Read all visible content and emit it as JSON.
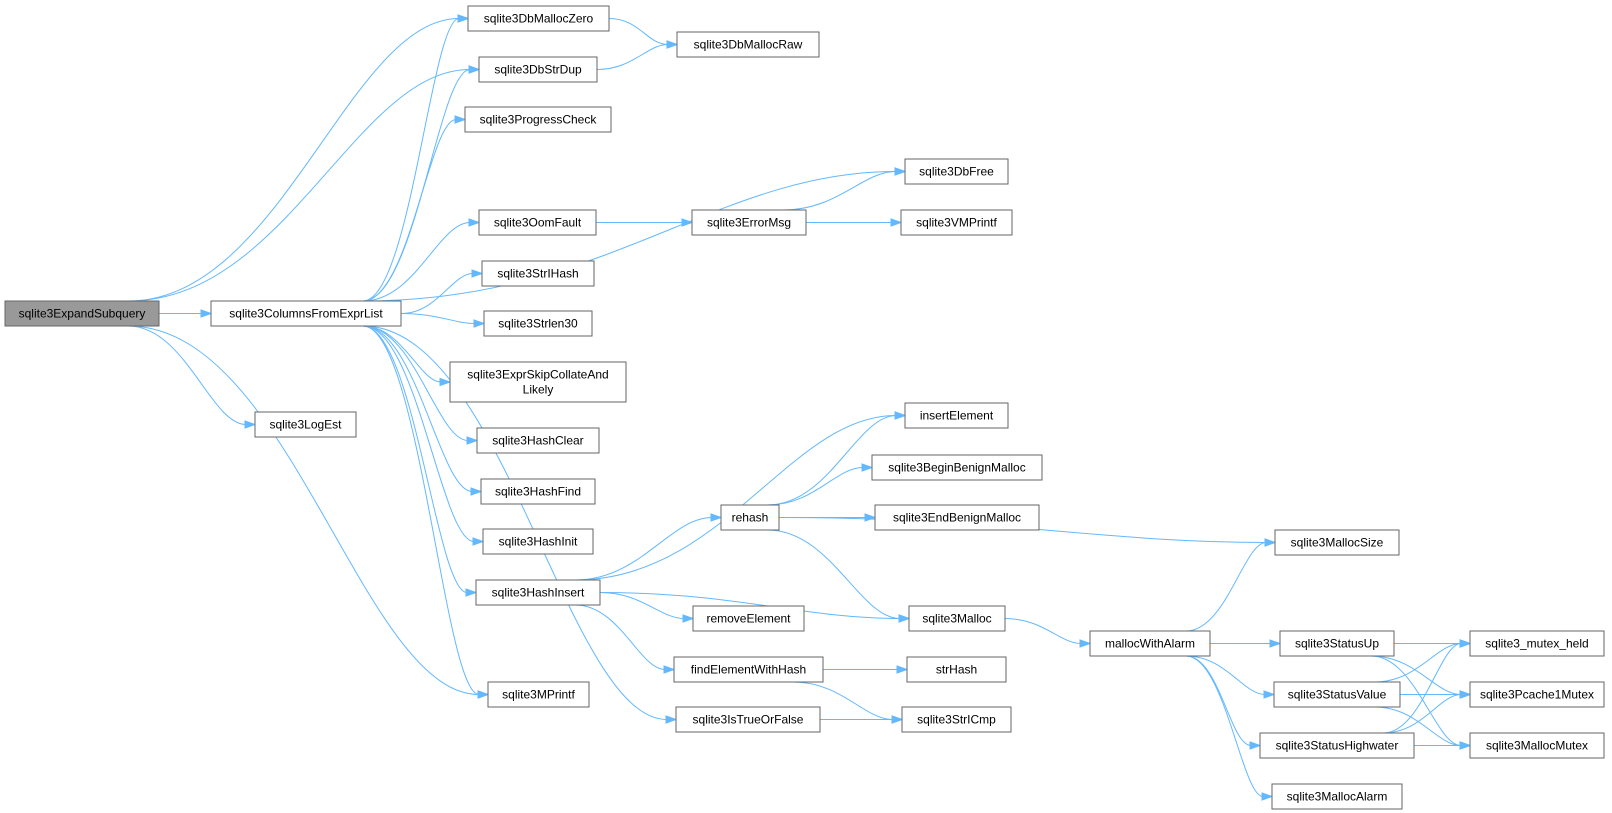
{
  "colors": {
    "edge": "#63b8ff",
    "node_border": "#666666",
    "root_fill": "#999999",
    "node_fill": "#ffffff"
  },
  "nodes": [
    {
      "id": "expandSubquery",
      "lines": [
        "sqlite3ExpandSubquery"
      ],
      "root": true
    },
    {
      "id": "columnsFromExprList",
      "lines": [
        "sqlite3ColumnsFromExprList"
      ]
    },
    {
      "id": "logEst",
      "lines": [
        "sqlite3LogEst"
      ]
    },
    {
      "id": "dbMallocZero",
      "lines": [
        "sqlite3DbMallocZero"
      ]
    },
    {
      "id": "dbStrDup",
      "lines": [
        "sqlite3DbStrDup"
      ]
    },
    {
      "id": "progressCheck",
      "lines": [
        "sqlite3ProgressCheck"
      ]
    },
    {
      "id": "oomFault",
      "lines": [
        "sqlite3OomFault"
      ]
    },
    {
      "id": "strIHash",
      "lines": [
        "sqlite3StrIHash"
      ]
    },
    {
      "id": "strlen30",
      "lines": [
        "sqlite3Strlen30"
      ]
    },
    {
      "id": "exprSkip",
      "lines": [
        "sqlite3ExprSkipCollateAnd",
        "Likely"
      ]
    },
    {
      "id": "hashClear",
      "lines": [
        "sqlite3HashClear"
      ]
    },
    {
      "id": "hashFind",
      "lines": [
        "sqlite3HashFind"
      ]
    },
    {
      "id": "hashInit",
      "lines": [
        "sqlite3HashInit"
      ]
    },
    {
      "id": "hashInsert",
      "lines": [
        "sqlite3HashInsert"
      ]
    },
    {
      "id": "mPrintf",
      "lines": [
        "sqlite3MPrintf"
      ]
    },
    {
      "id": "dbMallocRaw",
      "lines": [
        "sqlite3DbMallocRaw"
      ]
    },
    {
      "id": "dbFree",
      "lines": [
        "sqlite3DbFree"
      ]
    },
    {
      "id": "errorMsg",
      "lines": [
        "sqlite3ErrorMsg"
      ]
    },
    {
      "id": "vmPrintf",
      "lines": [
        "sqlite3VMPrintf"
      ]
    },
    {
      "id": "rehash",
      "lines": [
        "rehash"
      ]
    },
    {
      "id": "removeElement",
      "lines": [
        "removeElement"
      ]
    },
    {
      "id": "findElementWithHash",
      "lines": [
        "findElementWithHash"
      ]
    },
    {
      "id": "isTrueOrFalse",
      "lines": [
        "sqlite3IsTrueOrFalse"
      ]
    },
    {
      "id": "insertElement",
      "lines": [
        "insertElement"
      ]
    },
    {
      "id": "beginBenignMalloc",
      "lines": [
        "sqlite3BeginBenignMalloc"
      ]
    },
    {
      "id": "endBenignMalloc",
      "lines": [
        "sqlite3EndBenignMalloc"
      ]
    },
    {
      "id": "malloc",
      "lines": [
        "sqlite3Malloc"
      ]
    },
    {
      "id": "strHash",
      "lines": [
        "strHash"
      ]
    },
    {
      "id": "strICmp",
      "lines": [
        "sqlite3StrICmp"
      ]
    },
    {
      "id": "mallocSize",
      "lines": [
        "sqlite3MallocSize"
      ]
    },
    {
      "id": "mallocWithAlarm",
      "lines": [
        "mallocWithAlarm"
      ]
    },
    {
      "id": "statusUp",
      "lines": [
        "sqlite3StatusUp"
      ]
    },
    {
      "id": "statusValue",
      "lines": [
        "sqlite3StatusValue"
      ]
    },
    {
      "id": "statusHighwater",
      "lines": [
        "sqlite3StatusHighwater"
      ]
    },
    {
      "id": "mallocAlarm",
      "lines": [
        "sqlite3MallocAlarm"
      ]
    },
    {
      "id": "mutexHeld",
      "lines": [
        "sqlite3_mutex_held"
      ]
    },
    {
      "id": "pcache1Mutex",
      "lines": [
        "sqlite3Pcache1Mutex"
      ]
    },
    {
      "id": "mallocMutex",
      "lines": [
        "sqlite3MallocMutex"
      ]
    }
  ],
  "edges": [
    {
      "from": "expandSubquery",
      "to": "columnsFromExprList"
    },
    {
      "from": "expandSubquery",
      "to": "dbMallocZero"
    },
    {
      "from": "expandSubquery",
      "to": "dbStrDup"
    },
    {
      "from": "expandSubquery",
      "to": "logEst"
    },
    {
      "from": "expandSubquery",
      "to": "mPrintf"
    },
    {
      "from": "columnsFromExprList",
      "to": "dbMallocZero"
    },
    {
      "from": "columnsFromExprList",
      "to": "dbStrDup"
    },
    {
      "from": "columnsFromExprList",
      "to": "progressCheck"
    },
    {
      "from": "columnsFromExprList",
      "to": "dbFree"
    },
    {
      "from": "columnsFromExprList",
      "to": "oomFault"
    },
    {
      "from": "columnsFromExprList",
      "to": "strIHash"
    },
    {
      "from": "columnsFromExprList",
      "to": "strlen30"
    },
    {
      "from": "columnsFromExprList",
      "to": "exprSkip"
    },
    {
      "from": "columnsFromExprList",
      "to": "hashClear"
    },
    {
      "from": "columnsFromExprList",
      "to": "hashFind"
    },
    {
      "from": "columnsFromExprList",
      "to": "hashInit"
    },
    {
      "from": "columnsFromExprList",
      "to": "hashInsert"
    },
    {
      "from": "columnsFromExprList",
      "to": "mPrintf"
    },
    {
      "from": "columnsFromExprList",
      "to": "isTrueOrFalse"
    },
    {
      "from": "dbMallocZero",
      "to": "dbMallocRaw"
    },
    {
      "from": "dbStrDup",
      "to": "dbMallocRaw"
    },
    {
      "from": "oomFault",
      "to": "errorMsg"
    },
    {
      "from": "errorMsg",
      "to": "dbFree"
    },
    {
      "from": "errorMsg",
      "to": "vmPrintf"
    },
    {
      "from": "hashInsert",
      "to": "insertElement"
    },
    {
      "from": "hashInsert",
      "to": "rehash"
    },
    {
      "from": "hashInsert",
      "to": "malloc"
    },
    {
      "from": "hashInsert",
      "to": "removeElement"
    },
    {
      "from": "hashInsert",
      "to": "findElementWithHash"
    },
    {
      "from": "rehash",
      "to": "insertElement"
    },
    {
      "from": "rehash",
      "to": "beginBenignMalloc"
    },
    {
      "from": "rehash",
      "to": "endBenignMalloc"
    },
    {
      "from": "rehash",
      "to": "mallocSize"
    },
    {
      "from": "rehash",
      "to": "malloc"
    },
    {
      "from": "findElementWithHash",
      "to": "strHash"
    },
    {
      "from": "findElementWithHash",
      "to": "strICmp"
    },
    {
      "from": "isTrueOrFalse",
      "to": "strICmp"
    },
    {
      "from": "malloc",
      "to": "mallocWithAlarm"
    },
    {
      "from": "mallocWithAlarm",
      "to": "mallocSize"
    },
    {
      "from": "mallocWithAlarm",
      "to": "mutexHeld"
    },
    {
      "from": "mallocWithAlarm",
      "to": "statusUp"
    },
    {
      "from": "mallocWithAlarm",
      "to": "statusValue"
    },
    {
      "from": "mallocWithAlarm",
      "to": "statusHighwater"
    },
    {
      "from": "mallocWithAlarm",
      "to": "mallocAlarm"
    },
    {
      "from": "statusUp",
      "to": "mutexHeld"
    },
    {
      "from": "statusUp",
      "to": "pcache1Mutex"
    },
    {
      "from": "statusUp",
      "to": "mallocMutex"
    },
    {
      "from": "statusValue",
      "to": "mutexHeld"
    },
    {
      "from": "statusValue",
      "to": "pcache1Mutex"
    },
    {
      "from": "statusValue",
      "to": "mallocMutex"
    },
    {
      "from": "statusHighwater",
      "to": "mutexHeld"
    },
    {
      "from": "statusHighwater",
      "to": "pcache1Mutex"
    },
    {
      "from": "statusHighwater",
      "to": "mallocMutex"
    }
  ]
}
